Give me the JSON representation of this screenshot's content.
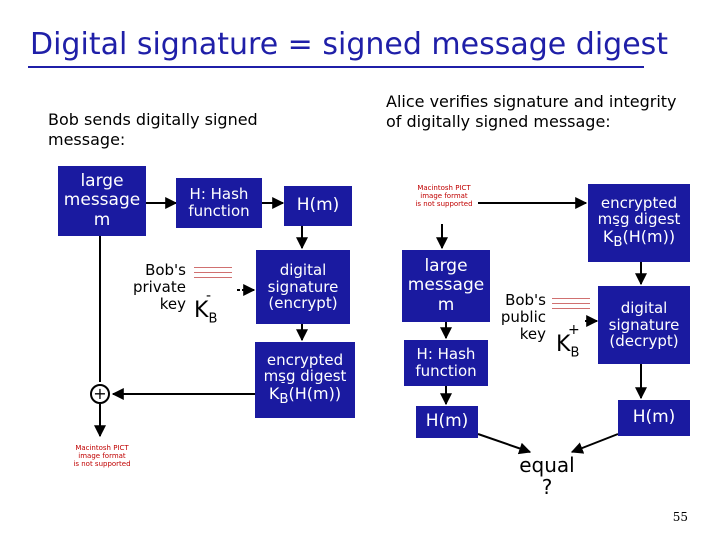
{
  "title": "Digital signature = signed message digest",
  "left": {
    "heading": "Bob sends digitally signed message:",
    "large_message_l1": "large",
    "large_message_l2": "message",
    "large_message_l3": "m",
    "hash_l1": "H: Hash",
    "hash_l2": "function",
    "hm": "H(m)",
    "bobs_key_l1": "Bob's",
    "bobs_key_l2": "private",
    "bobs_key_l3": "key",
    "kb_main": "K",
    "kb_sub": "B",
    "kb_mark": "-",
    "sig_l1": "digital",
    "sig_l2": "signature",
    "sig_l3": "(encrypt)",
    "enc_l1": "encrypted",
    "enc_l2": "msg digest",
    "enc_l3_k": "K",
    "enc_l3_b": "B",
    "enc_l3_rest": "(H(m))",
    "enc_mark": "-",
    "plus": "+",
    "pict_l1": "Macintosh PICT",
    "pict_l2": "image format",
    "pict_l3": "is not supported"
  },
  "right": {
    "heading": "Alice verifies signature and integrity of digitally signed message:",
    "pict_l1": "Macintosh PICT",
    "pict_l2": "image format",
    "pict_l3": "is not supported",
    "enc_l1": "encrypted",
    "enc_l2": "msg digest",
    "enc_l3_k": "K",
    "enc_l3_b": "B",
    "enc_l3_rest": "(H(m))",
    "enc_mark": "-",
    "large_message_l1": "large",
    "large_message_l2": "message",
    "large_message_l3": "m",
    "hash_l1": "H: Hash",
    "hash_l2": "function",
    "bobs_key_l1": "Bob's",
    "bobs_key_l2": "public",
    "bobs_key_l3": "key",
    "kb_main": "K",
    "kb_sub": "B",
    "kb_mark": "+",
    "sig_l1": "digital",
    "sig_l2": "signature",
    "sig_l3": "(decrypt)",
    "hm_left": "H(m)",
    "hm_right": "H(m)",
    "equal_l1": "equal",
    "equal_l2": "?"
  },
  "page_number": "55",
  "colors": {
    "title": "#1f1fa8",
    "box": "#1a1aa0",
    "box_text": "#ffffff"
  }
}
